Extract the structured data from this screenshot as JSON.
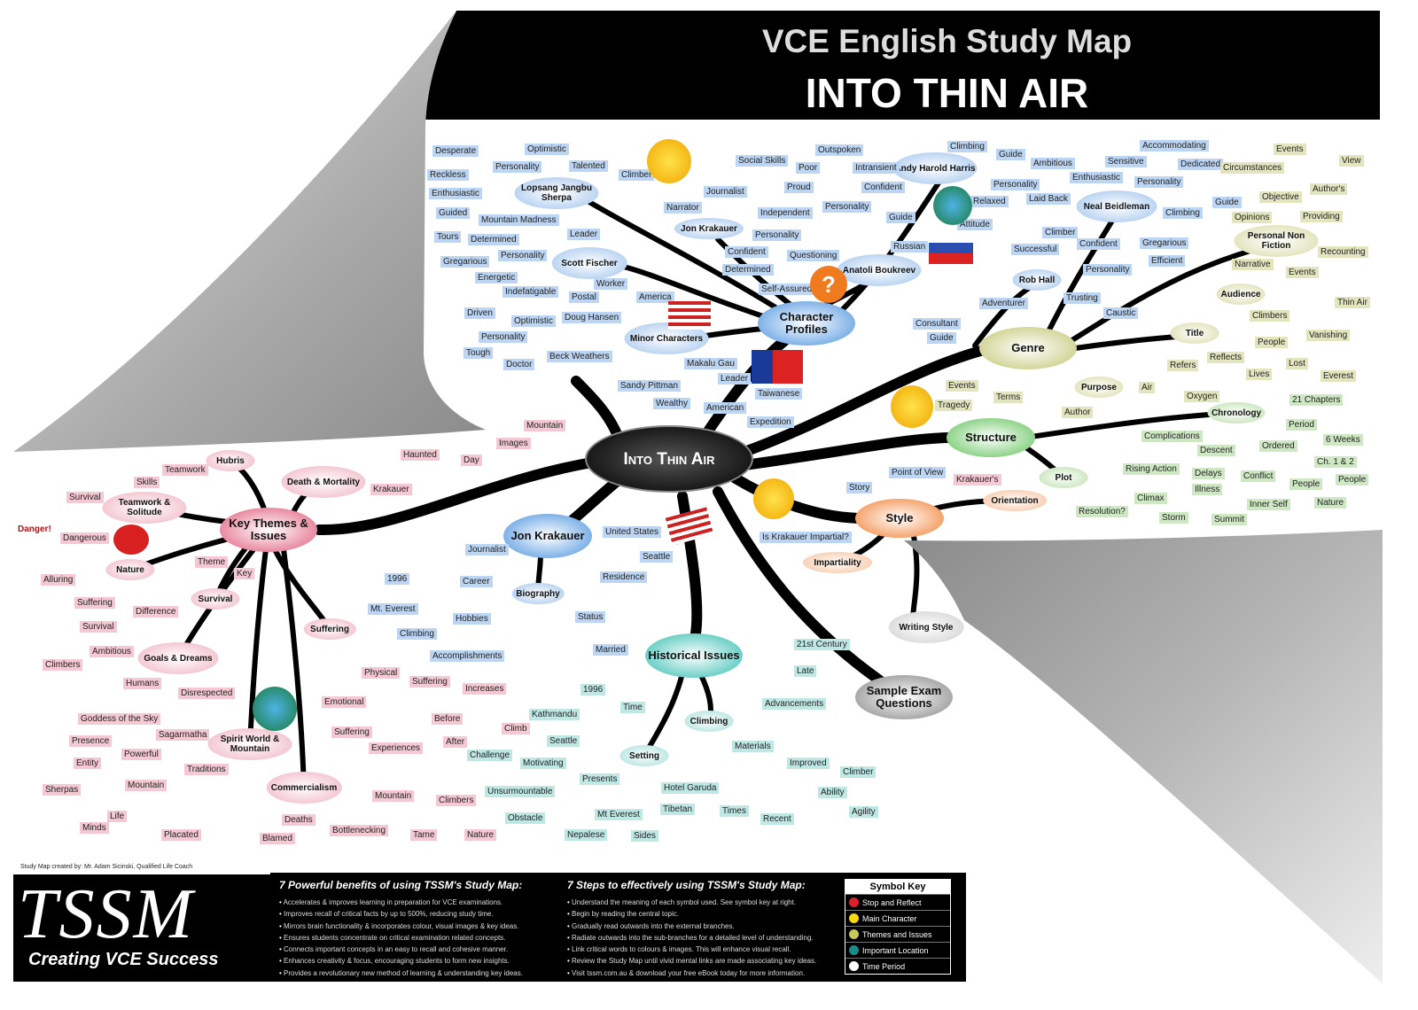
{
  "header": {
    "subtitle": "VCE English Study Map",
    "title": "INTO THIN AIR"
  },
  "central": "Into Thin Air",
  "main_nodes": [
    "Character Profiles",
    "Genre",
    "Structure",
    "Style",
    "Sample Exam Questions",
    "Historical Issues",
    "Jon Krakauer",
    "Key Themes & Issues"
  ],
  "sub_nodes": [
    "Jon Krakauer",
    "Lopsang Jangbu Sherpa",
    "Scott Fischer",
    "Minor Characters",
    "Andy Harold Harris",
    "Anatoli Boukreev",
    "Rob Hall",
    "Neal Beidleman",
    "Audience",
    "Personal Non Fiction",
    "Title",
    "Purpose",
    "Chronology",
    "Plot",
    "Orientation",
    "Impartiality",
    "Biography",
    "Setting",
    "Climbing",
    "Commercialism",
    "Suffering",
    "Spirit World & Mountain",
    "Goals & Dreams",
    "Survival",
    "Nature",
    "Teamwork & Solitude",
    "Death & Mortality",
    "Hubris",
    "Writing Style"
  ],
  "leaves": [
    {
      "t": "Desperate",
      "g": "blue"
    },
    {
      "t": "Optimistic",
      "g": "blue"
    },
    {
      "t": "Personality",
      "g": "blue"
    },
    {
      "t": "Reckless",
      "g": "blue"
    },
    {
      "t": "Enthusiastic",
      "g": "blue"
    },
    {
      "t": "Talented",
      "g": "blue"
    },
    {
      "t": "Climber",
      "g": "blue"
    },
    {
      "t": "Guided",
      "g": "blue"
    },
    {
      "t": "Mountain Madness",
      "g": "blue"
    },
    {
      "t": "Tours",
      "g": "blue"
    },
    {
      "t": "Leader",
      "g": "blue"
    },
    {
      "t": "Determined",
      "g": "blue"
    },
    {
      "t": "Personality",
      "g": "blue"
    },
    {
      "t": "Gregarious",
      "g": "blue"
    },
    {
      "t": "Energetic",
      "g": "blue"
    },
    {
      "t": "Indefatigable",
      "g": "blue"
    },
    {
      "t": "Worker",
      "g": "blue"
    },
    {
      "t": "Postal",
      "g": "blue"
    },
    {
      "t": "America",
      "g": "blue"
    },
    {
      "t": "Doug Hansen",
      "g": "blue"
    },
    {
      "t": "Driven",
      "g": "blue"
    },
    {
      "t": "Optimistic",
      "g": "blue"
    },
    {
      "t": "Personality",
      "g": "blue"
    },
    {
      "t": "Tough",
      "g": "blue"
    },
    {
      "t": "Doctor",
      "g": "blue"
    },
    {
      "t": "Beck Weathers",
      "g": "blue"
    },
    {
      "t": "Narrator",
      "g": "blue"
    },
    {
      "t": "Journalist",
      "g": "blue"
    },
    {
      "t": "Social Skills",
      "g": "blue"
    },
    {
      "t": "Poor",
      "g": "blue"
    },
    {
      "t": "Outspoken",
      "g": "blue"
    },
    {
      "t": "Intransient",
      "g": "blue"
    },
    {
      "t": "Proud",
      "g": "blue"
    },
    {
      "t": "Confident",
      "g": "blue"
    },
    {
      "t": "Independent",
      "g": "blue"
    },
    {
      "t": "Personality",
      "g": "blue"
    },
    {
      "t": "Personality",
      "g": "blue"
    },
    {
      "t": "Confident",
      "g": "blue"
    },
    {
      "t": "Questioning",
      "g": "blue"
    },
    {
      "t": "Determined",
      "g": "blue"
    },
    {
      "t": "Self-Assured",
      "g": "blue"
    },
    {
      "t": "Guide",
      "g": "blue"
    },
    {
      "t": "Russian",
      "g": "blue"
    },
    {
      "t": "Makalu Gau",
      "g": "blue"
    },
    {
      "t": "Leader",
      "g": "blue"
    },
    {
      "t": "Taiwanese",
      "g": "blue"
    },
    {
      "t": "Sandy Pittman",
      "g": "blue"
    },
    {
      "t": "Wealthy",
      "g": "blue"
    },
    {
      "t": "American",
      "g": "blue"
    },
    {
      "t": "Expedition",
      "g": "blue"
    },
    {
      "t": "Climbing",
      "g": "blue"
    },
    {
      "t": "Guide",
      "g": "blue"
    },
    {
      "t": "Ambitious",
      "g": "blue"
    },
    {
      "t": "Personality",
      "g": "blue"
    },
    {
      "t": "Relaxed",
      "g": "blue"
    },
    {
      "t": "Laid Back",
      "g": "blue"
    },
    {
      "t": "Attitude",
      "g": "blue"
    },
    {
      "t": "Enthusiastic",
      "g": "blue"
    },
    {
      "t": "Sensitive",
      "g": "blue"
    },
    {
      "t": "Accommodating",
      "g": "blue"
    },
    {
      "t": "Dedicated",
      "g": "blue"
    },
    {
      "t": "Personality",
      "g": "blue"
    },
    {
      "t": "Climbing",
      "g": "blue"
    },
    {
      "t": "Guide",
      "g": "blue"
    },
    {
      "t": "Climber",
      "g": "blue"
    },
    {
      "t": "Successful",
      "g": "blue"
    },
    {
      "t": "Confident",
      "g": "blue"
    },
    {
      "t": "Gregarious",
      "g": "blue"
    },
    {
      "t": "Efficient",
      "g": "blue"
    },
    {
      "t": "Personality",
      "g": "blue"
    },
    {
      "t": "Trusting",
      "g": "blue"
    },
    {
      "t": "Adventurer",
      "g": "blue"
    },
    {
      "t": "Caustic",
      "g": "blue"
    },
    {
      "t": "Consultant",
      "g": "blue"
    },
    {
      "t": "Guide",
      "g": "blue"
    },
    {
      "t": "Events",
      "g": "olive"
    },
    {
      "t": "View",
      "g": "olive"
    },
    {
      "t": "Circumstances",
      "g": "olive"
    },
    {
      "t": "Author's",
      "g": "olive"
    },
    {
      "t": "Objective",
      "g": "olive"
    },
    {
      "t": "Opinions",
      "g": "olive"
    },
    {
      "t": "Providing",
      "g": "olive"
    },
    {
      "t": "Recounting",
      "g": "olive"
    },
    {
      "t": "Narrative",
      "g": "olive"
    },
    {
      "t": "Events",
      "g": "olive"
    },
    {
      "t": "Climbers",
      "g": "olive"
    },
    {
      "t": "Thin Air",
      "g": "olive"
    },
    {
      "t": "People",
      "g": "olive"
    },
    {
      "t": "Vanishing",
      "g": "olive"
    },
    {
      "t": "Reflects",
      "g": "olive"
    },
    {
      "t": "Refers",
      "g": "olive"
    },
    {
      "t": "Lost",
      "g": "olive"
    },
    {
      "t": "Lives",
      "g": "olive"
    },
    {
      "t": "Everest",
      "g": "olive"
    },
    {
      "t": "Air",
      "g": "olive"
    },
    {
      "t": "Oxygen",
      "g": "olive"
    },
    {
      "t": "Events",
      "g": "olive"
    },
    {
      "t": "Tragedy",
      "g": "olive"
    },
    {
      "t": "Terms",
      "g": "olive"
    },
    {
      "t": "Author",
      "g": "olive"
    },
    {
      "t": "21 Chapters",
      "g": "green"
    },
    {
      "t": "Period",
      "g": "green"
    },
    {
      "t": "6 Weeks",
      "g": "green"
    },
    {
      "t": "Complications",
      "g": "green"
    },
    {
      "t": "Ordered",
      "g": "green"
    },
    {
      "t": "Descent",
      "g": "green"
    },
    {
      "t": "Ch. 1 & 2",
      "g": "green"
    },
    {
      "t": "Rising Action",
      "g": "green"
    },
    {
      "t": "Delays",
      "g": "green"
    },
    {
      "t": "Conflict",
      "g": "green"
    },
    {
      "t": "People",
      "g": "green"
    },
    {
      "t": "People",
      "g": "green"
    },
    {
      "t": "Climax",
      "g": "green"
    },
    {
      "t": "Illness",
      "g": "green"
    },
    {
      "t": "Storm",
      "g": "green"
    },
    {
      "t": "Summit",
      "g": "green"
    },
    {
      "t": "Nature",
      "g": "green"
    },
    {
      "t": "Inner Self",
      "g": "green"
    },
    {
      "t": "Resolution?",
      "g": "green"
    },
    {
      "t": "Point of View",
      "g": "blue"
    },
    {
      "t": "Krakauer's",
      "g": "pink"
    },
    {
      "t": "Story",
      "g": "blue"
    },
    {
      "t": "Is Krakauer Impartial?",
      "g": "blue"
    },
    {
      "t": "United States",
      "g": "blue"
    },
    {
      "t": "Seattle",
      "g": "blue"
    },
    {
      "t": "Journalist",
      "g": "blue"
    },
    {
      "t": "Residence",
      "g": "blue"
    },
    {
      "t": "Career",
      "g": "blue"
    },
    {
      "t": "1996",
      "g": "blue"
    },
    {
      "t": "Mt. Everest",
      "g": "blue"
    },
    {
      "t": "Hobbies",
      "g": "blue"
    },
    {
      "t": "Status",
      "g": "blue"
    },
    {
      "t": "Climbing",
      "g": "blue"
    },
    {
      "t": "Accomplishments",
      "g": "blue"
    },
    {
      "t": "Married",
      "g": "blue"
    },
    {
      "t": "21st Century",
      "g": "teal"
    },
    {
      "t": "Late",
      "g": "teal"
    },
    {
      "t": "1996",
      "g": "teal"
    },
    {
      "t": "Time",
      "g": "teal"
    },
    {
      "t": "Advancements",
      "g": "teal"
    },
    {
      "t": "Kathmandu",
      "g": "teal"
    },
    {
      "t": "Seattle",
      "g": "teal"
    },
    {
      "t": "Materials",
      "g": "teal"
    },
    {
      "t": "Improved",
      "g": "teal"
    },
    {
      "t": "Challenge",
      "g": "teal"
    },
    {
      "t": "Motivating",
      "g": "teal"
    },
    {
      "t": "Climber",
      "g": "teal"
    },
    {
      "t": "Presents",
      "g": "teal"
    },
    {
      "t": "Hotel Garuda",
      "g": "teal"
    },
    {
      "t": "Ability",
      "g": "teal"
    },
    {
      "t": "Unsurmountable",
      "g": "teal"
    },
    {
      "t": "Agility",
      "g": "teal"
    },
    {
      "t": "Tibetan",
      "g": "teal"
    },
    {
      "t": "Mt Everest",
      "g": "teal"
    },
    {
      "t": "Obstacle",
      "g": "teal"
    },
    {
      "t": "Times",
      "g": "teal"
    },
    {
      "t": "Recent",
      "g": "teal"
    },
    {
      "t": "Nepalese",
      "g": "teal"
    },
    {
      "t": "Sides",
      "g": "teal"
    },
    {
      "t": "Mountain",
      "g": "pink"
    },
    {
      "t": "Images",
      "g": "pink"
    },
    {
      "t": "Day",
      "g": "pink"
    },
    {
      "t": "Haunted",
      "g": "pink"
    },
    {
      "t": "Krakauer",
      "g": "pink"
    },
    {
      "t": "Teamwork",
      "g": "pink"
    },
    {
      "t": "Skills",
      "g": "pink"
    },
    {
      "t": "Survival",
      "g": "pink"
    },
    {
      "t": "Dangerous",
      "g": "pink"
    },
    {
      "t": "Alluring",
      "g": "pink"
    },
    {
      "t": "Theme",
      "g": "pink"
    },
    {
      "t": "Key",
      "g": "pink"
    },
    {
      "t": "Suffering",
      "g": "pink"
    },
    {
      "t": "Difference",
      "g": "pink"
    },
    {
      "t": "Survival",
      "g": "pink"
    },
    {
      "t": "Ambitious",
      "g": "pink"
    },
    {
      "t": "Climbers",
      "g": "pink"
    },
    {
      "t": "Humans",
      "g": "pink"
    },
    {
      "t": "Disrespected",
      "g": "pink"
    },
    {
      "t": "Goddess of the Sky",
      "g": "pink"
    },
    {
      "t": "Sagarmatha",
      "g": "pink"
    },
    {
      "t": "Presence",
      "g": "pink"
    },
    {
      "t": "Powerful",
      "g": "pink"
    },
    {
      "t": "Entity",
      "g": "pink"
    },
    {
      "t": "Traditions",
      "g": "pink"
    },
    {
      "t": "Sherpas",
      "g": "pink"
    },
    {
      "t": "Mountain",
      "g": "pink"
    },
    {
      "t": "Life",
      "g": "pink"
    },
    {
      "t": "Minds",
      "g": "pink"
    },
    {
      "t": "Placated",
      "g": "pink"
    },
    {
      "t": "Deaths",
      "g": "pink"
    },
    {
      "t": "Blamed",
      "g": "pink"
    },
    {
      "t": "Bottlenecking",
      "g": "pink"
    },
    {
      "t": "Mountain",
      "g": "pink"
    },
    {
      "t": "Physical",
      "g": "pink"
    },
    {
      "t": "Suffering",
      "g": "pink"
    },
    {
      "t": "Increases",
      "g": "pink"
    },
    {
      "t": "Emotional",
      "g": "pink"
    },
    {
      "t": "Suffering",
      "g": "pink"
    },
    {
      "t": "Experiences",
      "g": "pink"
    },
    {
      "t": "Before",
      "g": "pink"
    },
    {
      "t": "After",
      "g": "pink"
    },
    {
      "t": "Climb",
      "g": "pink"
    },
    {
      "t": "Climbers",
      "g": "pink"
    },
    {
      "t": "Tame",
      "g": "pink"
    },
    {
      "t": "Nature",
      "g": "pink"
    }
  ],
  "danger_label": "Danger!",
  "footer": {
    "credit": "Study Map created by: Mr. Adam Sicinski, Qualified Life Coach",
    "logo": "TSSM",
    "tagline": "Creating VCE Success",
    "benefits_title": "7 Powerful benefits of using TSSM's Study Map:",
    "benefits": [
      "Accelerates & improves learning in preparation for VCE examinations.",
      "Improves recall of critical facts by up to 500%, reducing study time.",
      "Mirrors brain functionality & incorporates colour, visual images & key ideas.",
      "Ensures students concentrate on critical examination related concepts.",
      "Connects important concepts in an easy to recall and cohesive manner.",
      "Enhances creativity & focus, encouraging students to form new insights.",
      "Provides a revolutionary new method of learning & understanding key ideas."
    ],
    "steps_title": "7 Steps to effectively using TSSM's Study Map:",
    "steps": [
      "Understand the meaning of each symbol used. See symbol key at right.",
      "Begin by reading the central topic.",
      "Gradually read outwards into the external branches.",
      "Radiate outwards into the sub-branches for a detailed level of understanding.",
      "Link critical words to colours & images. This will enhance visual recall.",
      "Review the Study Map until vivid mental links are made associating key ideas.",
      "Visit tssm.com.au & download your free eBook today for more information."
    ],
    "key_title": "Symbol Key",
    "key_items": [
      {
        "label": "Stop and Reflect",
        "color": "#d8232a"
      },
      {
        "label": "Main Character",
        "color": "#f5d90a"
      },
      {
        "label": "Themes and Issues",
        "color": "#c9c85a"
      },
      {
        "label": "Important Location",
        "color": "#1a8a8a"
      },
      {
        "label": "Time Period",
        "color": "#ffffff"
      }
    ]
  }
}
